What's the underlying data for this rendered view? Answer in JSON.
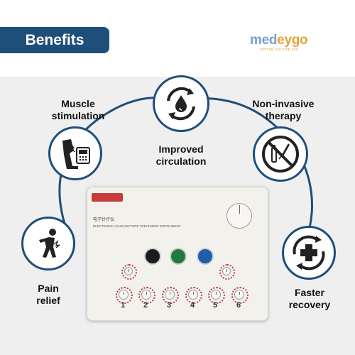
{
  "header": {
    "title": "Benefits"
  },
  "brand": {
    "name_left": "med",
    "name_middle": "ey",
    "name_right": "go",
    "tagline": "nothing can stop you"
  },
  "features": {
    "muscle": {
      "line1": "Muscle",
      "line2": "stimulation",
      "icon": "leg-stimulator-icon"
    },
    "circulation": {
      "line1": "Improved",
      "line2": "circulation",
      "icon": "drop-cycle-icon"
    },
    "noninvasive": {
      "line1": "Non-invasive",
      "line2": "therapy",
      "icon": "no-injection-icon"
    },
    "pain": {
      "line1": "Pain",
      "line2": "relief",
      "icon": "back-pain-icon"
    },
    "recovery": {
      "line1": "Faster",
      "line2": "recovery",
      "icon": "cross-cycle-icon"
    }
  },
  "device": {
    "model": "电子针疗仪",
    "subtitle": "ELECTRONIC ACUPUNCTURE TREATMENT INSTRUMENT",
    "channel_numbers": [
      "1",
      "2",
      "3",
      "4",
      "5",
      "6"
    ],
    "button_colors": [
      "#1b1b1b",
      "#1f7a3c",
      "#1f5ea8"
    ]
  },
  "colors": {
    "primary": "#1e4f7a",
    "panel": "#efefef",
    "accent": "#e8a13a"
  }
}
